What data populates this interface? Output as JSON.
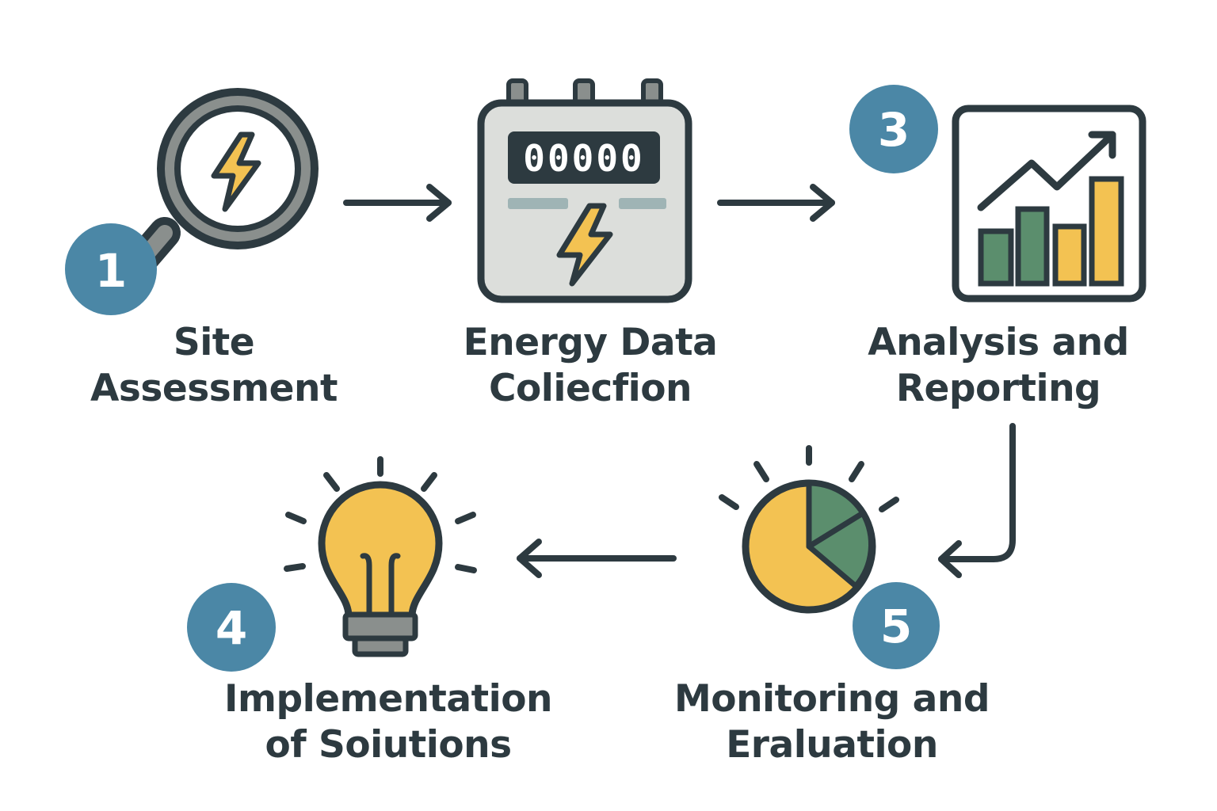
{
  "steps": [
    {
      "number": "1",
      "label_line1": "Site",
      "label_line2": "Assessment",
      "icon": "magnifier-lightning-icon"
    },
    {
      "number": "",
      "label_line1": "Energy Data",
      "label_line2": "Coliecfion",
      "icon": "energy-meter-icon",
      "meter_reading": "00000"
    },
    {
      "number": "3",
      "label_line1": "Analysis and",
      "label_line2": "Reporting",
      "icon": "bar-chart-trend-icon"
    },
    {
      "number": "4",
      "label_line1": "Implementation",
      "label_line2": "of Soiutions",
      "icon": "lightbulb-icon"
    },
    {
      "number": "5",
      "label_line1": "Monitoring and",
      "label_line2": "Eraluation",
      "icon": "pie-chart-icon"
    }
  ],
  "colors": {
    "ink": "#2d3a40",
    "badge": "#4b87a6",
    "yellow": "#f3c252",
    "green": "#5b8e6d",
    "meter_body": "#dcdedb",
    "meter_stripe": "#9fb4b5"
  }
}
